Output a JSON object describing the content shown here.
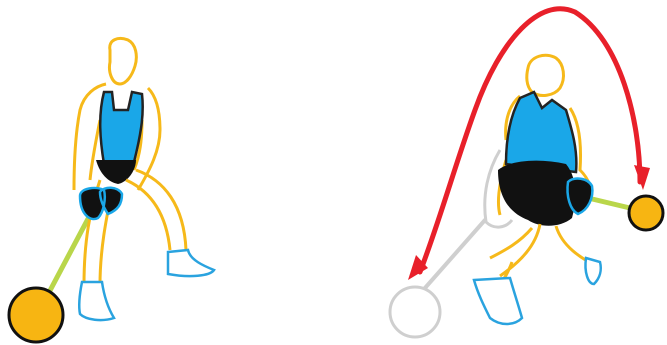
{
  "figure": {
    "panels": [
      {
        "id": "start-position",
        "icons": [
          "athlete-figure",
          "weight-ball",
          "gloves"
        ]
      },
      {
        "id": "swing-position",
        "icons": [
          "athlete-figure",
          "weight-ball",
          "ghost-weight-ball",
          "swing-arc-arrow"
        ]
      }
    ]
  },
  "colors": {
    "outline": "#f6b91a",
    "shirt": "#1aa7e8",
    "shirt_stroke": "#232323",
    "shorts": "#111111",
    "shoes": "#2aa3df",
    "ball": "#f7b512",
    "ball_stroke": "#111111",
    "cable": "#b9d64a",
    "ghost": "#cfcfcf",
    "arrow": "#e8202a",
    "background": "#ffffff"
  }
}
